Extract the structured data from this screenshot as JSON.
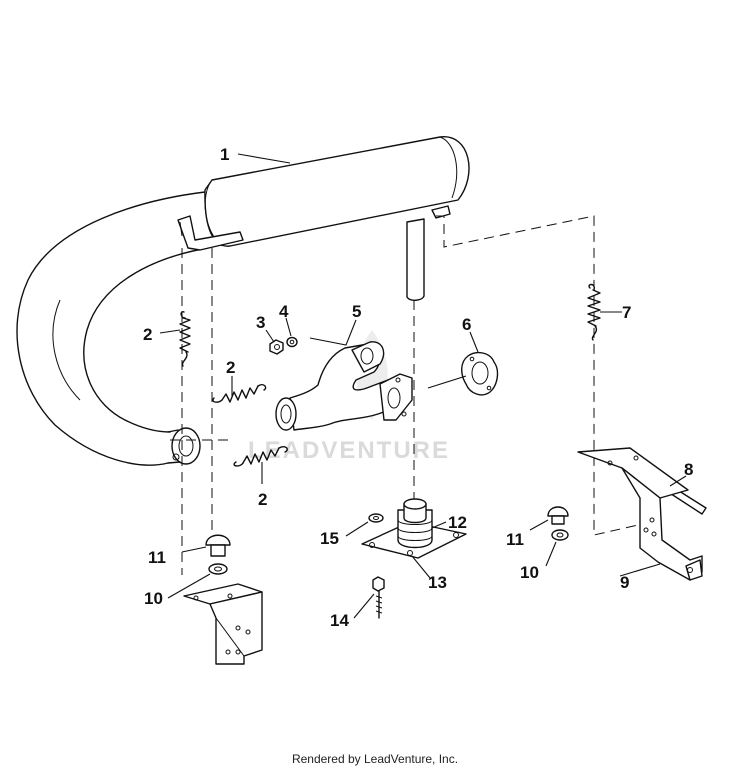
{
  "watermark": "LEADVENTURE",
  "credit": "Rendered by LeadVenture, Inc.",
  "callouts": [
    "1",
    "2",
    "2",
    "2",
    "3",
    "4",
    "5",
    "6",
    "7",
    "8",
    "9",
    "10",
    "10",
    "11",
    "11",
    "12",
    "13",
    "14",
    "15"
  ]
}
